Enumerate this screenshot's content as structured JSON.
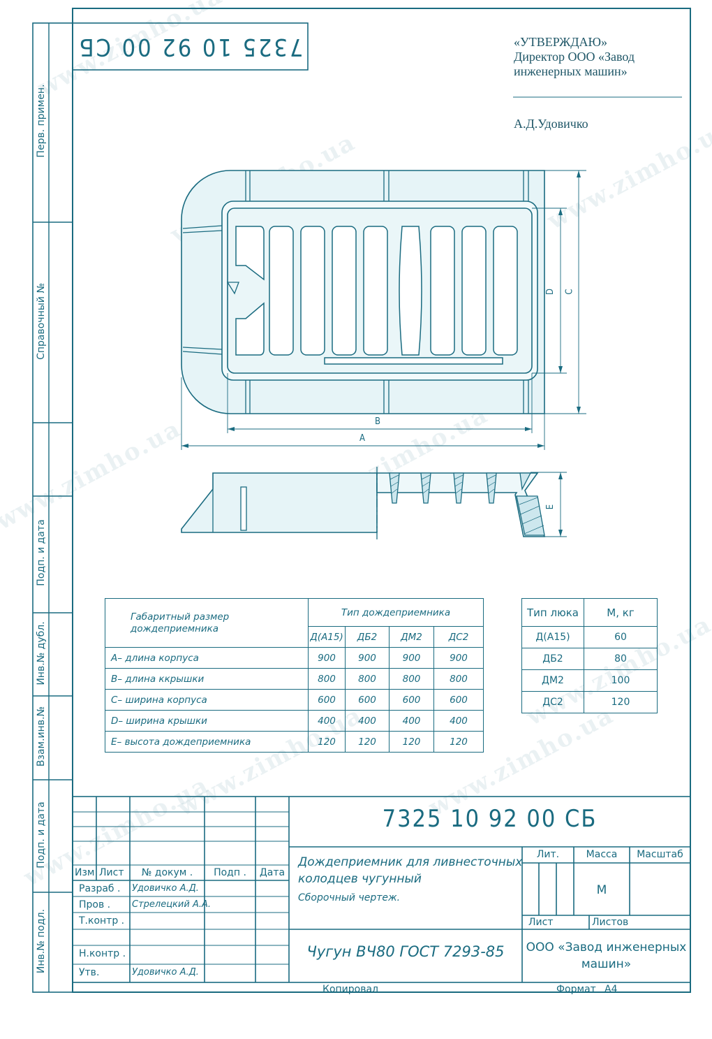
{
  "doc_code_rotated": "7325 10 92 00 СБ",
  "approval": {
    "line1": "«УТВЕРЖДАЮ»",
    "line2": "Директор ООО «Завод",
    "line3": "инженерных машин»",
    "signer": "А.Д.Удовичко"
  },
  "side_labels": {
    "perv_primen": "Перв. примен.",
    "spravochny": "Справочный №",
    "podp_data_1": "Подп. и дата",
    "inv_dubl": "Инв.№ дубл.",
    "vzam_inv": "Взам.инв.№",
    "podp_data_2": "Подп. и дата",
    "inv_podl": "Инв.№ подл."
  },
  "dimension_letters": {
    "a": "A",
    "b": "B",
    "c": "C",
    "d": "D",
    "e": "E"
  },
  "dims_table": {
    "header_param": "Габаритный размер дождеприемника",
    "header_type": "Тип дождеприемника",
    "types": [
      "Д(А15)",
      "ДБ2",
      "ДМ2",
      "ДС2"
    ],
    "rows": [
      {
        "label": "A– длина корпуса",
        "values": [
          "900",
          "900",
          "900",
          "900"
        ]
      },
      {
        "label": "B– длина ккрышки",
        "values": [
          "800",
          "800",
          "800",
          "800"
        ]
      },
      {
        "label": "C– ширина корпуса",
        "values": [
          "600",
          "600",
          "600",
          "600"
        ]
      },
      {
        "label": "D– ширина крышки",
        "values": [
          "400",
          "400",
          "400",
          "400"
        ]
      },
      {
        "label": "E– высота дождеприемника",
        "values": [
          "120",
          "120",
          "120",
          "120"
        ]
      }
    ]
  },
  "mass_table": {
    "header_type": "Тип люка",
    "header_mass": "М, кг",
    "rows": [
      {
        "type": "Д(А15)",
        "mass": "60"
      },
      {
        "type": "ДБ2",
        "mass": "80"
      },
      {
        "type": "ДМ2",
        "mass": "100"
      },
      {
        "type": "ДС2",
        "mass": "120"
      }
    ]
  },
  "title_block": {
    "code": "7325 10 92 00 СБ",
    "name_line1": "Дождеприемник для ливнесточных",
    "name_line2": "колодцев чугунный",
    "doc_type": "Сборочный чертеж.",
    "material": "Чугун ВЧ80 ГОСТ 7293-85",
    "company_line1": "ООО «Завод инженерных",
    "company_line2": "машин»",
    "lit": "Лит.",
    "massa": "Масса",
    "masshtab": "Масштаб",
    "mass_value": "М",
    "list": "Лист",
    "listov": "Листов",
    "col_izm": "Изм",
    "col_list": "Лист",
    "col_nodok": "№ докум .",
    "col_podp": "Подп .",
    "col_data": "Дата",
    "razrab": "Разраб .",
    "razrab_name": "Удовичко А.Д.",
    "prov": "Пров .",
    "prov_name": "Стрелецкий А.А.",
    "tkontr": "Т.контр .",
    "nkontr": "Н.контр .",
    "utv": "Утв.",
    "utv_name": "Удовичко А.Д."
  },
  "footer": {
    "kopiroval": "Копировал",
    "format": "Формат",
    "format_value": "А4"
  },
  "watermark": "www.zimho.ua",
  "colors": {
    "line": "#1a6b80",
    "fill": "#e4f3f6",
    "watermark": "#a0bec8"
  }
}
